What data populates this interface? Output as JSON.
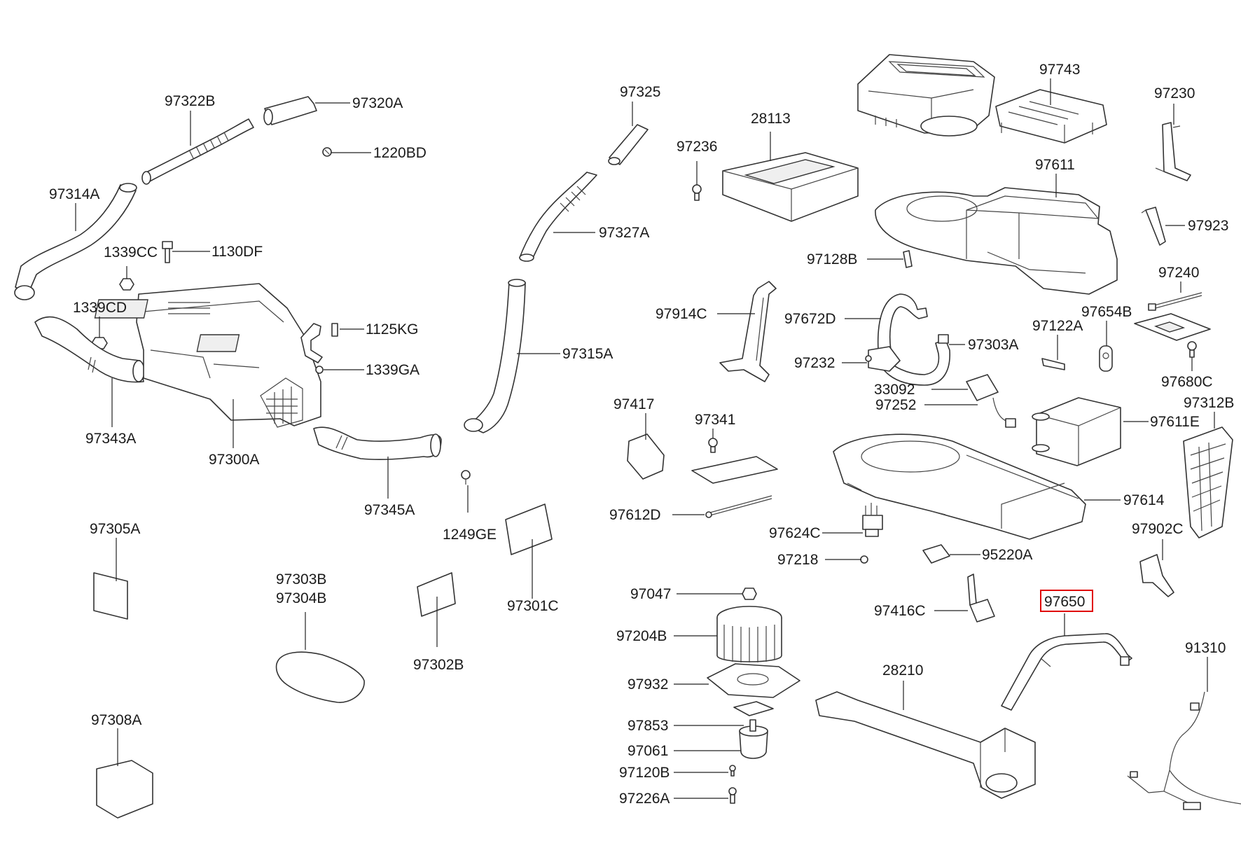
{
  "labels": {
    "p97322B": "97322B",
    "p97320A": "97320A",
    "p1220BD": "1220BD",
    "p97314A": "97314A",
    "p1339CC": "1339CC",
    "p1130DF": "1130DF",
    "p1339CD": "1339CD",
    "p1125KG": "1125KG",
    "p1339GA": "1339GA",
    "p97343A": "97343A",
    "p97300A": "97300A",
    "p97345A": "97345A",
    "p97305A": "97305A",
    "p97303B": "97303B",
    "p97304B": "97304B",
    "p97302B": "97302B",
    "p97308A": "97308A",
    "p97325": "97325",
    "p97327A": "97327A",
    "p97315A": "97315A",
    "p1249GE": "1249GE",
    "p97301C": "97301C",
    "p28113": "28113",
    "p97236": "97236",
    "p97743": "97743",
    "p97230": "97230",
    "p97611": "97611",
    "p97923": "97923",
    "p97128B": "97128B",
    "p97240": "97240",
    "p97914C": "97914C",
    "p97672D": "97672D",
    "p97654B": "97654B",
    "p97122A": "97122A",
    "p97303A": "97303A",
    "p97232": "97232",
    "p97680C": "97680C",
    "p33092": "33092",
    "p97252": "97252",
    "p97312B": "97312B",
    "p97611E": "97611E",
    "p97417": "97417",
    "p97341": "97341",
    "p97614": "97614",
    "p97612D": "97612D",
    "p97624C": "97624C",
    "p97902C": "97902C",
    "p97218": "97218",
    "p95220A": "95220A",
    "p97047": "97047",
    "p97416C": "97416C",
    "p97650": "97650",
    "p97204B": "97204B",
    "p91310": "91310",
    "p28210": "28210",
    "p97932": "97932",
    "p97853": "97853",
    "p97061": "97061",
    "p97120B": "97120B",
    "p97226A": "97226A"
  },
  "highlight": {
    "part": "97650",
    "color": "#e00000"
  }
}
